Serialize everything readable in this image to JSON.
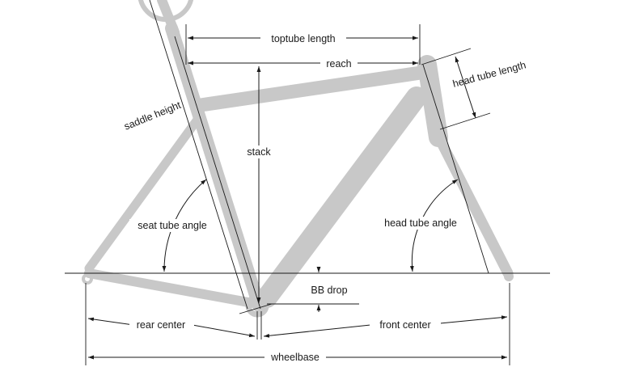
{
  "labels": {
    "toptube_length": "toptube length",
    "reach": "reach",
    "head_tube_length": "head tube length",
    "saddle_height": "saddle height",
    "stack": "stack",
    "seat_tube_angle": "seat tube angle",
    "head_tube_angle": "head tube angle",
    "bb_drop": "BB drop",
    "rear_center": "rear center",
    "front_center": "front center",
    "wheelbase": "wheelbase"
  },
  "colors": {
    "frame": "#c8c8c8",
    "line": "#1a1a1a",
    "background": "#ffffff"
  }
}
